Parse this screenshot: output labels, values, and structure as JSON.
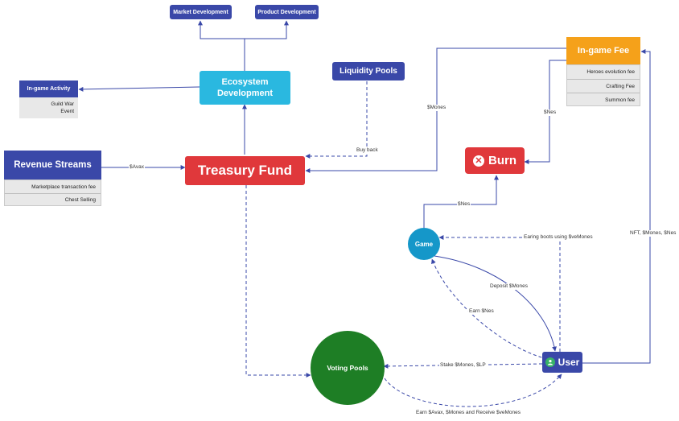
{
  "nodes": {
    "market_dev": "Market Development",
    "product_dev": "Product Development",
    "ecosystem": "Ecosystem Development",
    "liquidity": "Liquidity Pools",
    "ingame_activity": "In-game Activity",
    "ingame_activity_items": [
      "Guild War",
      "Event"
    ],
    "revenue": "Revenue Streams",
    "revenue_items": [
      "Marketplace transaction fee",
      "Chest Selling"
    ],
    "treasury": "Treasury Fund",
    "ingame_fee": "In-game Fee",
    "ingame_fee_items": [
      "Heroes evolution fee",
      "Crafting Fee",
      "Summon fee"
    ],
    "burn": "Burn",
    "game": "Game",
    "voting": "Voting Pools",
    "user": "User"
  },
  "edges": {
    "avax": "$Avax",
    "buyback": "Buy back",
    "mones": "$Mones",
    "nes_fee": "$Nes",
    "nes_game": "$Nes",
    "earing_boots": "Earing boots using $veMones",
    "deposit": "Deposit $Mones",
    "earn_nes": "Earn $Nes",
    "nft": "NFT, $Mones, $Nes",
    "stake": "Stake $Mones, $LP",
    "earn_avax": "Earn $Avax, $Mones and Receive $veMones"
  },
  "colors": {
    "navy": "#3a48a8",
    "cyan": "#2ab8e0",
    "red": "#e0383b",
    "orange": "#f5a11a",
    "green": "#1e7e25",
    "teal": "#1597c9"
  },
  "icons": {
    "burn": "close-circle-icon",
    "user": "user-circle-icon"
  }
}
